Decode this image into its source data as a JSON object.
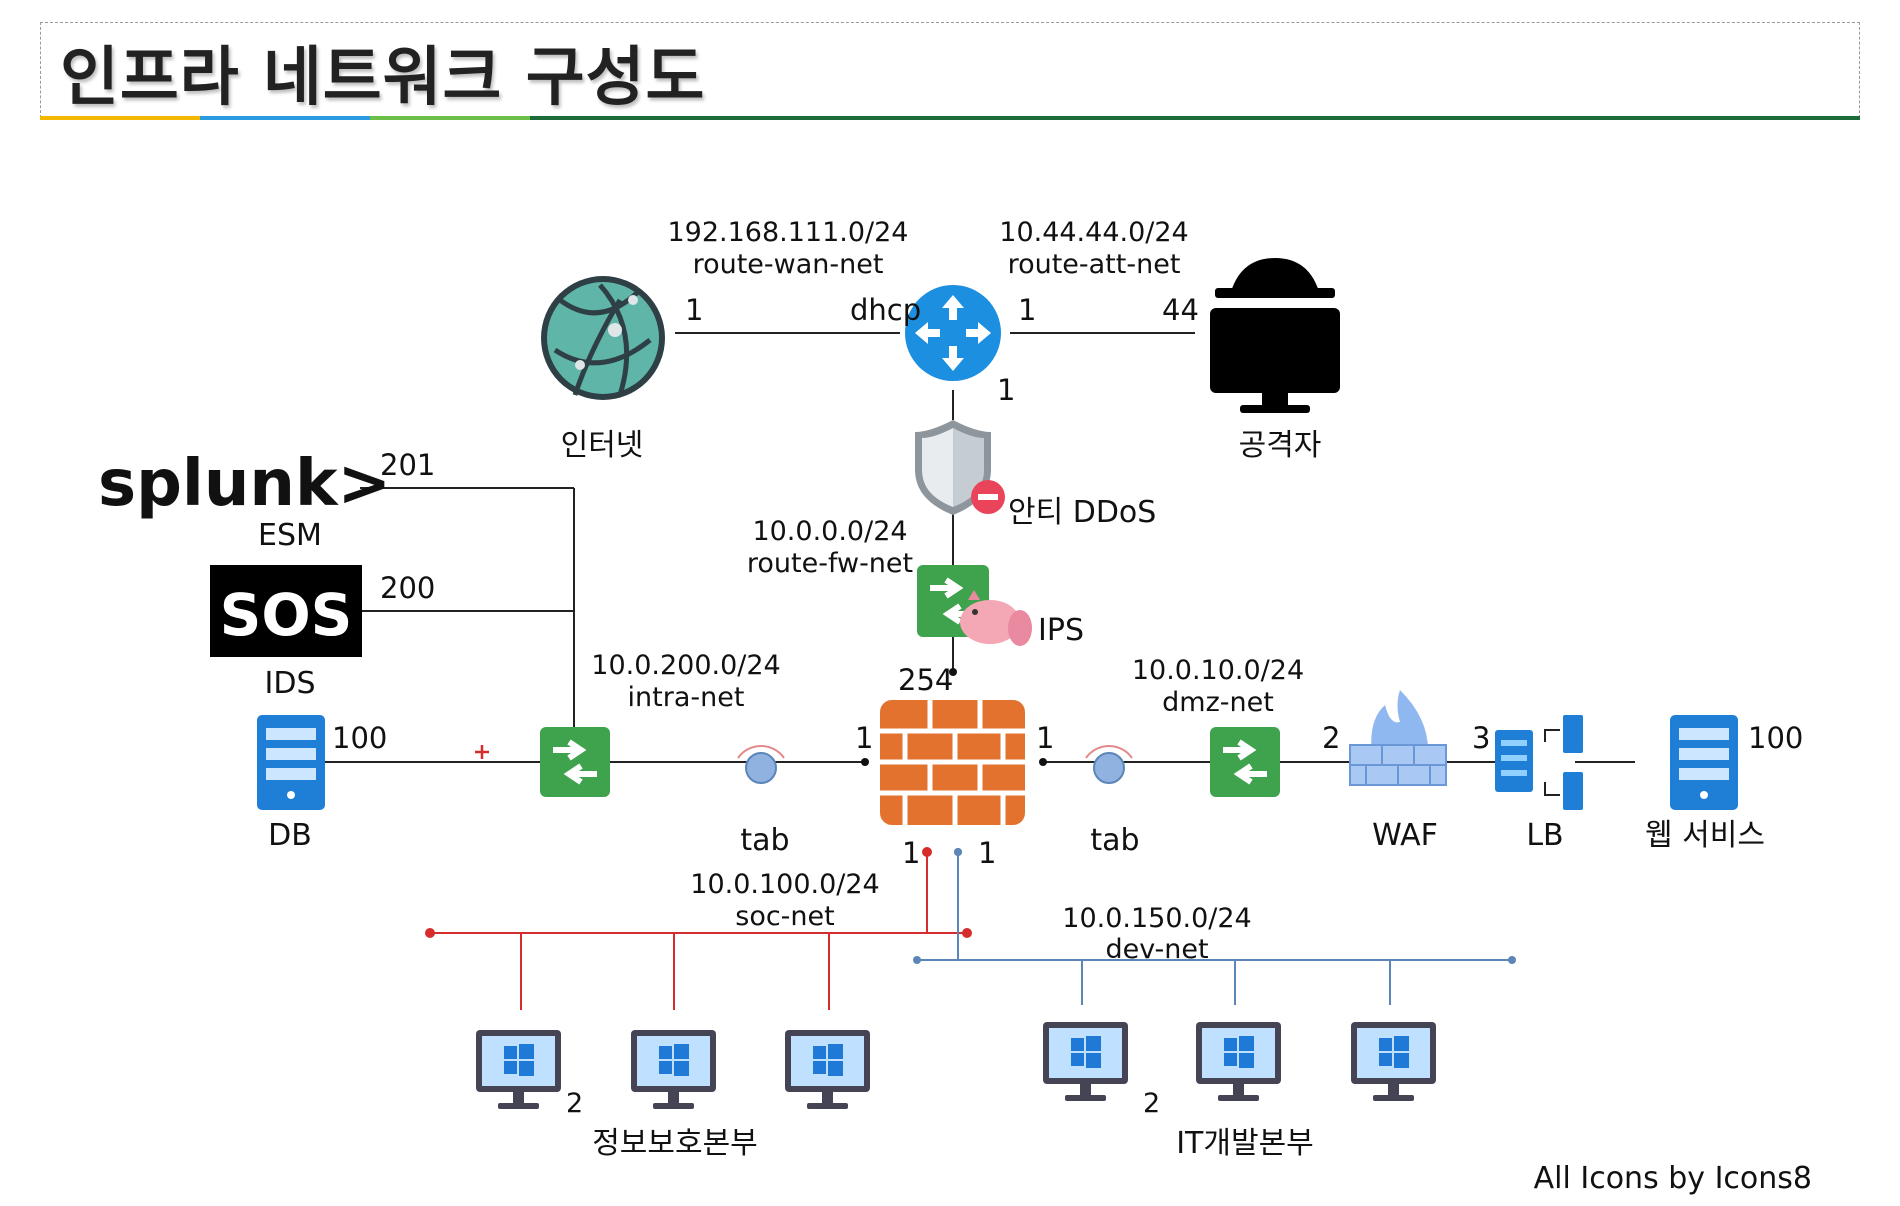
{
  "title": "인프라 네트워크 구성도",
  "colors": {
    "title_bar": [
      "#f2b800",
      "#2a9be0",
      "#6cc04a",
      "#1e6b3a"
    ],
    "soc_line": "#d62c2c",
    "dev_line": "#5b86b7",
    "firewall": "#e3722f",
    "switch": "#3fa34d",
    "router": "#1d8fe1",
    "server": "#1f7fd6"
  },
  "networks": {
    "wan": {
      "cidr": "192.168.111.0/24",
      "name": "route-wan-net"
    },
    "att": {
      "cidr": "10.44.44.0/24",
      "name": "route-att-net"
    },
    "fw": {
      "cidr": "10.0.0.0/24",
      "name": "route-fw-net"
    },
    "intra": {
      "cidr": "10.0.200.0/24",
      "name": "intra-net"
    },
    "dmz": {
      "cidr": "10.0.10.0/24",
      "name": "dmz-net"
    },
    "soc": {
      "cidr": "10.0.100.0/24",
      "name": "soc-net"
    },
    "dev": {
      "cidr": "10.0.150.0/24",
      "name": "dev-net"
    }
  },
  "nodes": {
    "internet": "인터넷",
    "attacker": "공격자",
    "anti_ddos": "안티 DDoS",
    "ips": "IPS",
    "esm_logo": "splunk>",
    "esm": "ESM",
    "ids_logo": "SOS",
    "ids": "IDS",
    "db": "DB",
    "tab_left": "tab",
    "tab_right": "tab",
    "waf": "WAF",
    "lb": "LB",
    "web": "웹 서비스",
    "soc_group": "정보보호본부",
    "dev_group": "IT개발본부",
    "router_dhcp": "dhcp"
  },
  "host_ids": {
    "wan_internet": "1",
    "att_router": "1",
    "att_attacker": "44",
    "router_down": "1",
    "esm": "201",
    "ids": "200",
    "db": "100",
    "fw_top": "254",
    "fw_left": "1",
    "fw_right": "1",
    "fw_soc": "1",
    "fw_dev": "1",
    "waf": "2",
    "lb": "3",
    "web": "100",
    "soc_pc": "2",
    "dev_pc": "2"
  },
  "credit": "All Icons by Icons8"
}
